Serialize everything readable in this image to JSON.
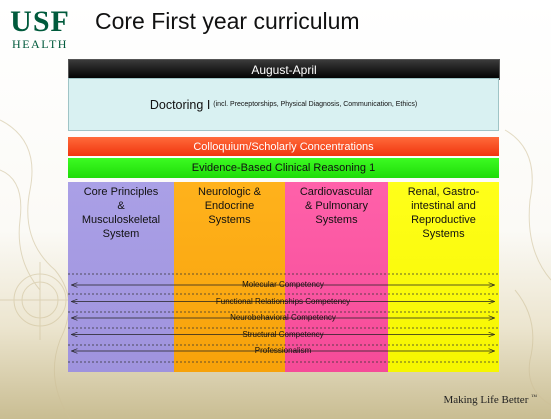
{
  "header": {
    "logo_usf": "USF",
    "logo_health": "HEALTH",
    "title": "Core First year curriculum"
  },
  "timeline": {
    "label": "August-April"
  },
  "doctoring": {
    "main": "Doctoring I",
    "sub": "(incl. Preceptorships, Physical Diagnosis, Communication, Ethics)"
  },
  "bars": {
    "colloquium": "Colloquium/Scholarly Concentrations",
    "ebcr": "Evidence-Based Clinical Reasoning 1"
  },
  "columns": [
    {
      "label": "Core Principles\n&\nMusculoskeletal\nSystem",
      "color": "#a49ae2"
    },
    {
      "label": "Neurologic &\nEndocrine\nSystems",
      "color": "#fdaa14"
    },
    {
      "label": "Cardiovascular\n& Pulmonary\nSystems",
      "color": "#fa55a0"
    },
    {
      "label": "Renal, Gastro-\nintestinal and\nReproductive\nSystems",
      "color": "#fdfd0a"
    }
  ],
  "competencies": [
    "Molecular Competency",
    "Functional Relationships Competency",
    "Neurobehavioral Competency",
    "Structural Competency",
    "Professionalism"
  ],
  "footer": {
    "tagline": "Making Life Better",
    "trademark": "™"
  }
}
